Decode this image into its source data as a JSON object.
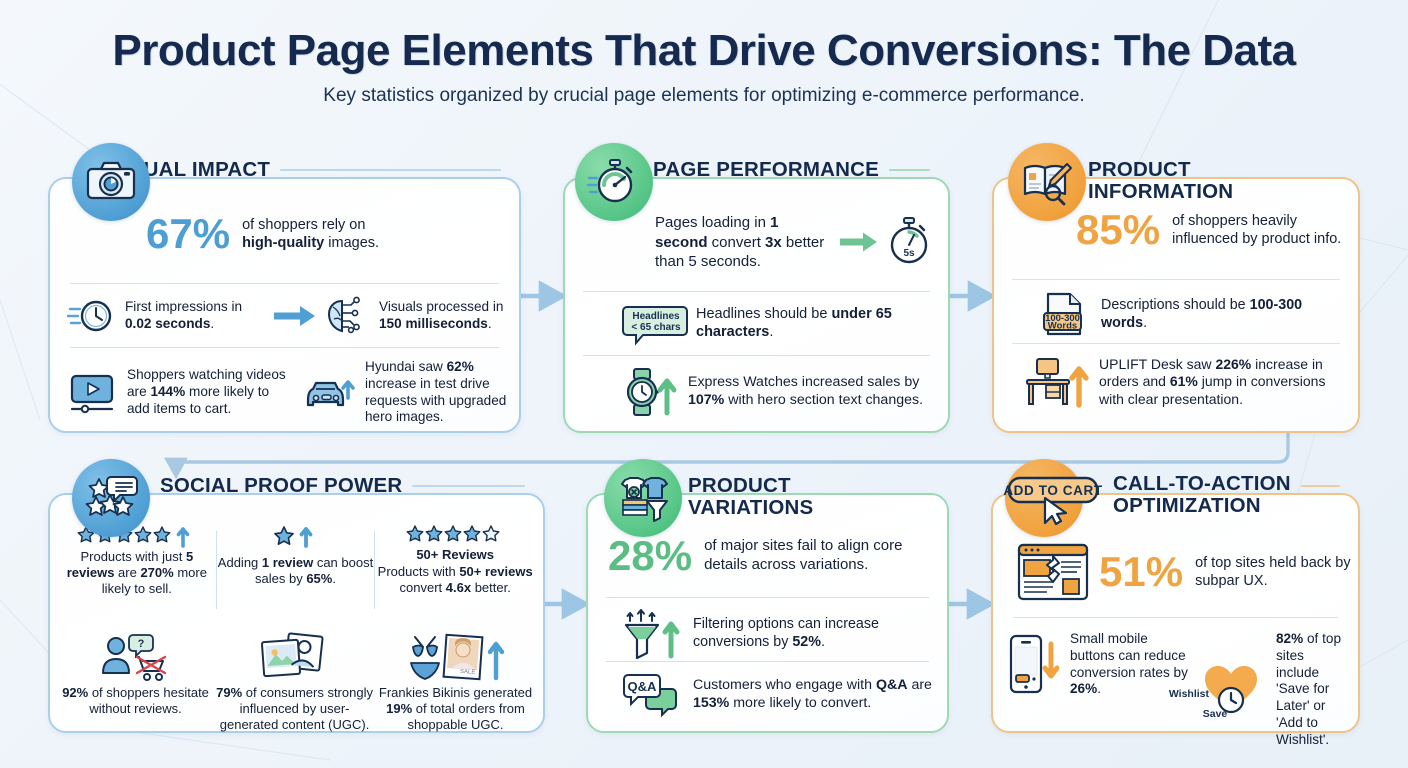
{
  "header": {
    "title": "Product Page Elements That Drive Conversions: The Data",
    "subtitle": "Key statistics organized by crucial page elements for optimizing e-commerce performance."
  },
  "colors": {
    "blue": "#4d9ed3",
    "green": "#5cbd84",
    "orange": "#efa441",
    "title_navy": "#152a4e",
    "background": "#eef4fa"
  },
  "cards": [
    {
      "id": "visual-impact",
      "title": "VISUAL IMPACT",
      "accent": "blue",
      "badge_icon": "camera-icon",
      "hero": {
        "number": "67%",
        "text_lead": "of shoppers rely on ",
        "text_bold": "high-quality",
        "text_tail": " images."
      },
      "facts": [
        {
          "icon": "clock-motion-icon",
          "text": "First impressions in 0.02 seconds.",
          "parts": [
            "First impressions in ",
            "0.02 seconds",
            "."
          ]
        },
        {
          "icon": "brain-circuit-icon",
          "text": "Visuals processed in 150 milliseconds.",
          "parts": [
            "Visuals processed in ",
            "150 milliseconds",
            "."
          ]
        },
        {
          "icon": "video-player-icon",
          "text": "Shoppers watching videos are 144% more likely to add items to cart.",
          "parts": [
            "Shoppers watching videos are ",
            "144%",
            " more likely to add items to cart."
          ]
        },
        {
          "icon": "car-uparrow-icon",
          "text": "Hyundai saw 62% increase in test drive requests with upgraded hero images.",
          "parts": [
            "Hyundai saw ",
            "62%",
            " increase in test drive requests with upgraded hero images."
          ]
        }
      ]
    },
    {
      "id": "page-performance",
      "title": "PAGE PERFORMANCE",
      "accent": "green",
      "badge_icon": "stopwatch-icon",
      "hero_text": {
        "parts": [
          "Pages loading in ",
          "1 second",
          " convert ",
          "3x",
          " better than 5 seconds."
        ]
      },
      "hero_side_icon": "stopwatch-5s-icon",
      "hero_side_label": "5s",
      "facts": [
        {
          "icon": "headline-tag-icon",
          "icon_label_1": "Headlines",
          "icon_label_2": "< 65 chars",
          "parts": [
            "Headlines should be ",
            "under 65 characters",
            "."
          ]
        },
        {
          "icon": "watch-uparrow-icon",
          "parts": [
            "Express Watches increased sales by ",
            "107%",
            " with hero section text changes."
          ]
        }
      ]
    },
    {
      "id": "product-information",
      "title": "PRODUCT INFORMATION",
      "accent": "orange",
      "badge_icon": "open-book-pen-icon",
      "hero": {
        "number": "85%",
        "text_lead": "of shoppers heavily influenced by product info.",
        "text_bold": "",
        "text_tail": ""
      },
      "facts": [
        {
          "icon": "document-words-icon",
          "icon_label_1": "100-300",
          "icon_label_2": "Words",
          "parts": [
            "Descriptions should be ",
            "100-300 words",
            "."
          ]
        },
        {
          "icon": "desk-uparrow-icon",
          "parts": [
            "UPLIFT Desk saw ",
            "226%",
            " increase in orders and ",
            "61%",
            " jump in conversions with clear presentation."
          ]
        }
      ]
    },
    {
      "id": "social-proof-power",
      "title": "SOCIAL PROOF POWER",
      "accent": "blue",
      "badge_icon": "stars-chat-icon",
      "columns": [
        {
          "icon": "five-stars-uparrow-icon",
          "parts": [
            "Products with just ",
            "5 reviews",
            " are ",
            "270%",
            " more likely to sell."
          ]
        },
        {
          "icon": "one-star-uparrow-icon",
          "parts": [
            "Adding ",
            "1 review",
            " can boost sales by ",
            "65%",
            "."
          ]
        },
        {
          "icon": "rating-stars-icon",
          "caption": "50+ Reviews",
          "parts": [
            "Products with ",
            "50+ reviews",
            " convert ",
            "4.6x",
            " better."
          ]
        }
      ],
      "columns_bottom": [
        {
          "icon": "shopper-question-cart-icon",
          "parts": [
            "92%",
            " of shoppers hesitate without reviews."
          ]
        },
        {
          "icon": "photos-ugc-icon",
          "parts": [
            "79%",
            " of consumers strongly influenced by user-generated content (UGC)."
          ]
        },
        {
          "icon": "bikini-photo-uparrow-icon",
          "parts": [
            "Frankies Bikinis generated ",
            "19%",
            " of total orders from shoppable UGC."
          ]
        }
      ]
    },
    {
      "id": "product-variations",
      "title": "PRODUCT VARIATIONS",
      "accent": "green",
      "badge_icon": "shirts-funnel-icon",
      "hero": {
        "number": "28%",
        "text_lead": "of major sites fail to align core details across variations."
      },
      "facts": [
        {
          "icon": "funnel-uparrow-icon",
          "parts": [
            "Filtering options can increase conversions by ",
            "52%",
            "."
          ]
        },
        {
          "icon": "qa-bubbles-icon",
          "icon_label_1": "Q&A",
          "parts": [
            "Customers who engage with ",
            "Q&A",
            " are ",
            "153%",
            " more likely to convert."
          ]
        }
      ]
    },
    {
      "id": "call-to-action-optimization",
      "title": "CALL-TO-ACTION\nOPTIMIZATION",
      "accent": "orange",
      "badge_icon": "add-to-cart-cursor-icon",
      "badge_label": "ADD TO CART",
      "hero": {
        "number": "51%",
        "text_lead": "of top sites held back by subpar UX."
      },
      "hero_icon": "broken-layout-icon",
      "columns_bottom": [
        {
          "icon": "mobile-downarrow-icon",
          "parts": [
            "Small mobile buttons can reduce conversion rates by ",
            "26%",
            "."
          ]
        },
        {
          "icon": "heart-wishlist-save-icon",
          "icon_label_1": "Wishlist",
          "icon_label_2": "Save",
          "parts": [
            "82%",
            " of top sites include 'Save for Later' or 'Add to Wishlist'."
          ]
        }
      ]
    }
  ],
  "connectors": [
    {
      "name": "visual-to-performance",
      "color": "#9dc6e4"
    },
    {
      "name": "performance-to-information",
      "color": "#9dc6e4"
    },
    {
      "name": "information-to-social-proof",
      "color": "#a9c9e2"
    },
    {
      "name": "social-proof-to-variations",
      "color": "#9dc6e4"
    },
    {
      "name": "variations-to-cta",
      "color": "#9dc6e4"
    }
  ]
}
